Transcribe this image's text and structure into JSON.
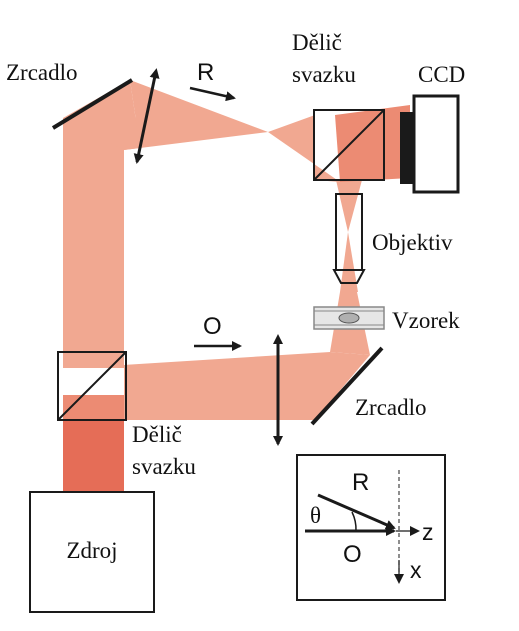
{
  "colors": {
    "beam_light": "#f1a891",
    "beam_mid": "#ec8b73",
    "beam_dark": "#e56d57",
    "ink": "#1a1a1a",
    "background": "#ffffff"
  },
  "labels": {
    "mirror_top": "Zrcadlo",
    "splitter_top_line1": "Dělič",
    "splitter_top_line2": "svazku",
    "ccd": "CCD",
    "objective": "Objektiv",
    "sample": "Vzorek",
    "mirror_bottom": "Zrcadlo",
    "splitter_bottom_line1": "Dělič",
    "splitter_bottom_line2": "svazku",
    "source": "Zdroj",
    "reference_beam": "R",
    "object_beam": "O"
  },
  "inset": {
    "reference_label": "R",
    "object_label": "O",
    "angle_label": "θ",
    "z_label": "z",
    "x_label": "x"
  },
  "icons": {
    "source": "box",
    "splitter": "cube-beam-splitter",
    "mirror": "line-mirror",
    "lens": "double-arrow-lens",
    "objective": "objective-lens",
    "sample": "sample-slide",
    "ccd": "camera-sensor"
  }
}
